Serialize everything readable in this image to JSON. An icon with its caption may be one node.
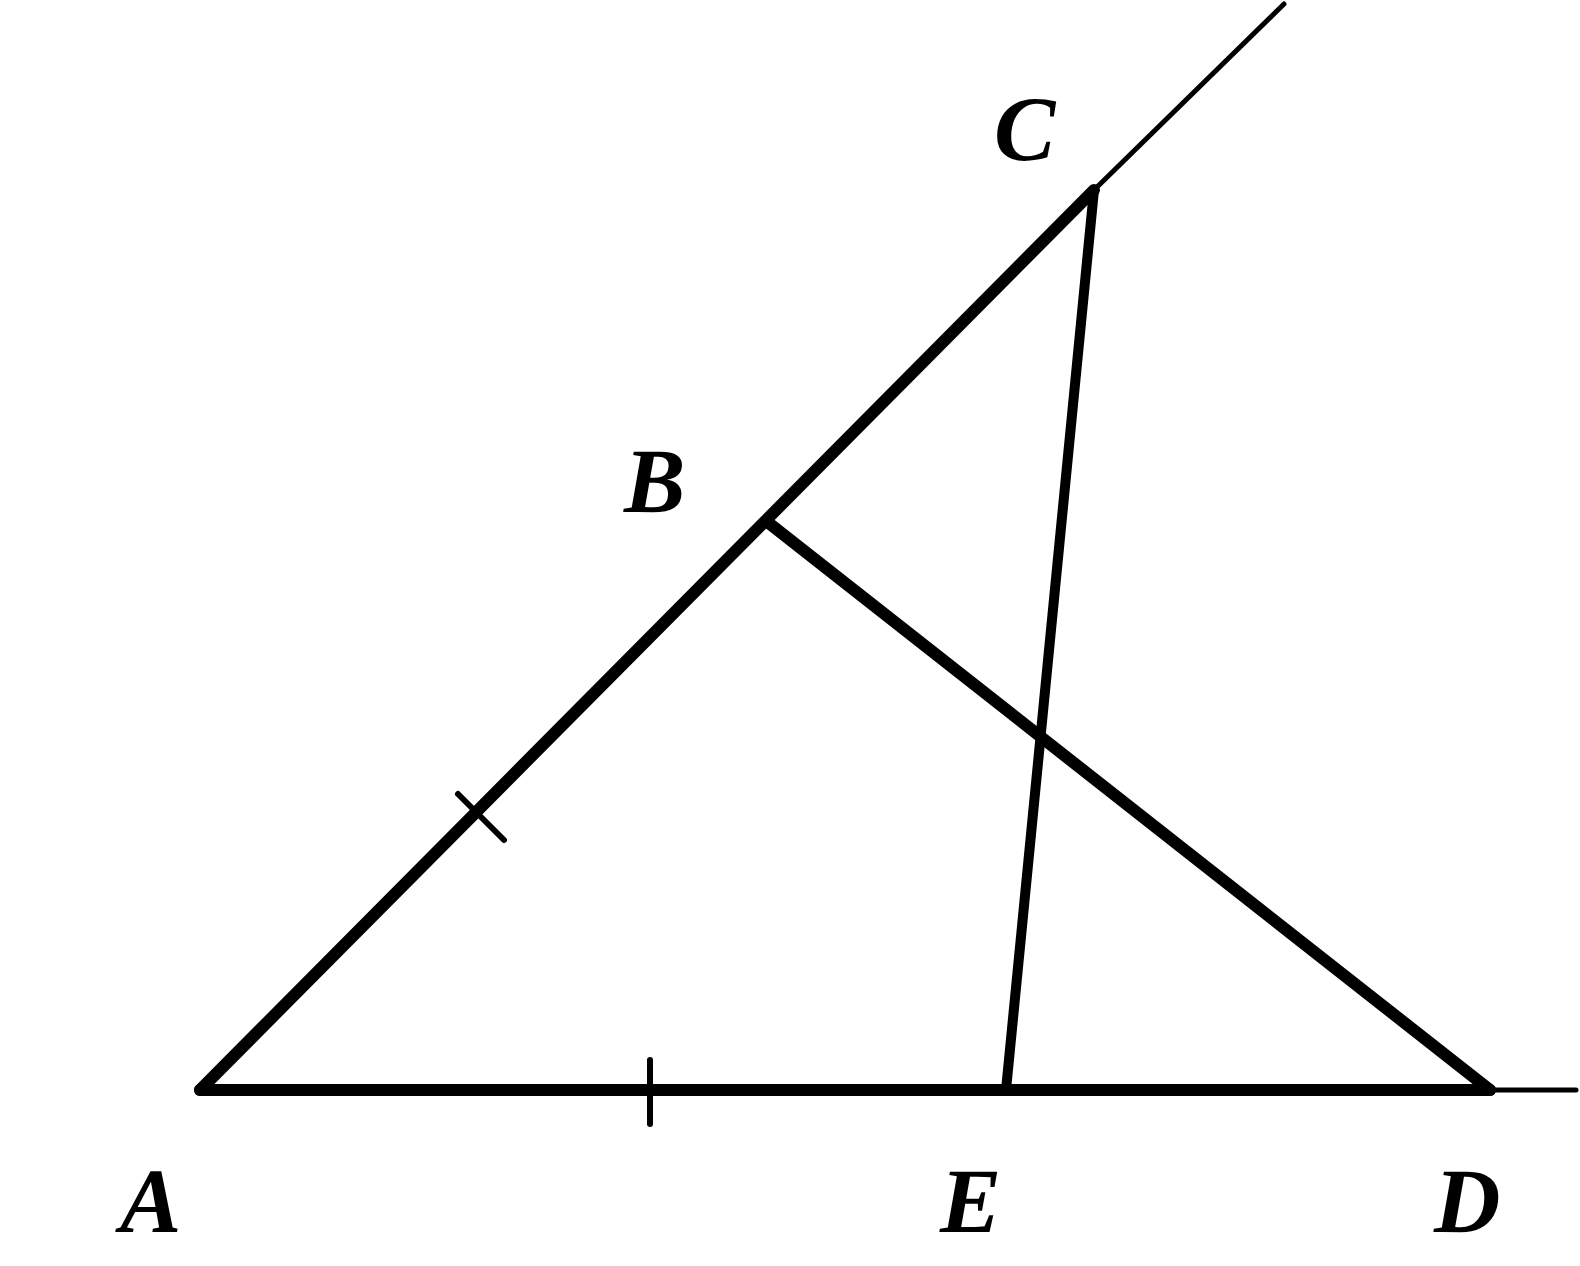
{
  "diagram": {
    "labels": [
      "C",
      "B",
      "A",
      "E",
      "D"
    ]
  }
}
